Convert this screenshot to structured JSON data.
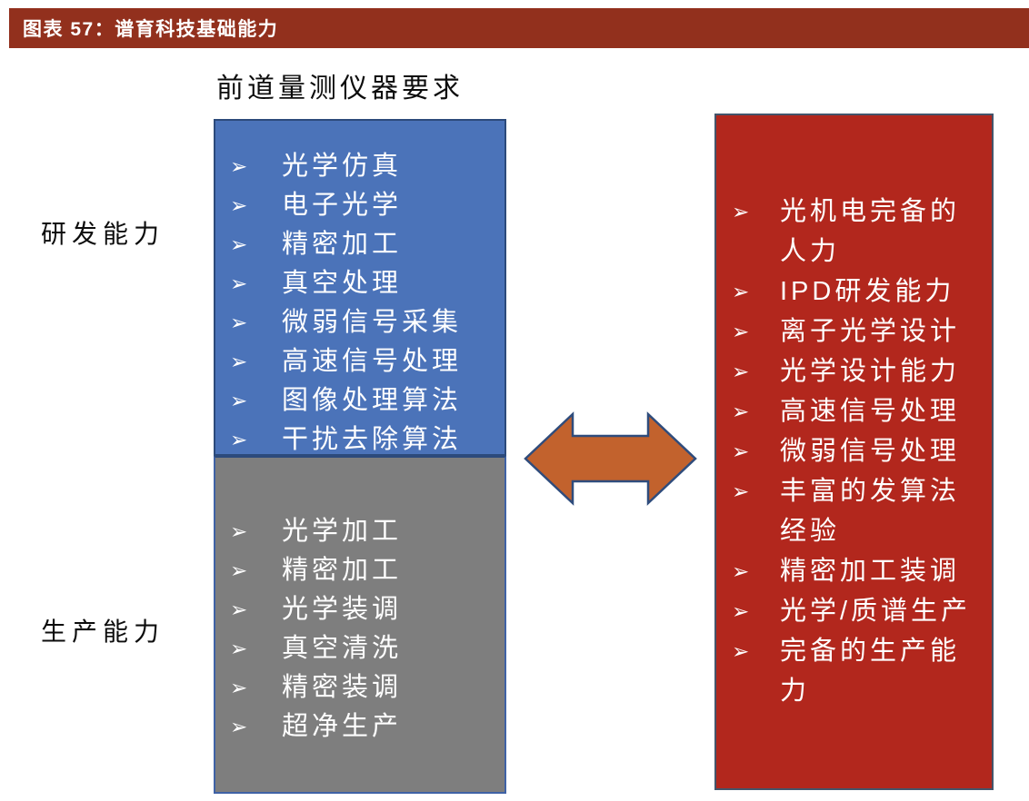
{
  "header": {
    "title": "图表 57：谱育科技基础能力"
  },
  "diagram": {
    "middle_title": "前道量测仪器要求",
    "left_labels": {
      "rd": "研发能力",
      "production": "生产能力"
    },
    "bullet": "➢",
    "blue_box": {
      "items": [
        "光学仿真",
        "电子光学",
        "精密加工",
        "真空处理",
        "微弱信号采集",
        "高速信号处理",
        "图像处理算法",
        "干扰去除算法"
      ]
    },
    "gray_box": {
      "items": [
        "光学加工",
        "精密加工",
        "光学装调",
        "真空清洗",
        "精密装调",
        "超净生产"
      ]
    },
    "red_box": {
      "items": [
        "光机电完备的人力",
        "IPD研发能力",
        "离子光学设计",
        "光学设计能力",
        "高速信号处理",
        "微弱信号处理",
        "丰富的发算法经验",
        "精密加工装调",
        "光学/质谱生产",
        "完备的生产能力"
      ]
    },
    "colors": {
      "header_bar": "#92301D",
      "blue_box_fill": "#4B73B9",
      "blue_box_border": "#2C4A7B",
      "gray_box_fill": "#7E7E7E",
      "gray_box_border": "#3F62A5",
      "red_box_fill": "#B2271D",
      "red_box_border": "#44546A",
      "arrow_fill": "#C2622D",
      "arrow_border": "#2F4C7C",
      "text_on_boxes": "#FFFFFF",
      "text_labels": "#0D0D0D"
    }
  }
}
